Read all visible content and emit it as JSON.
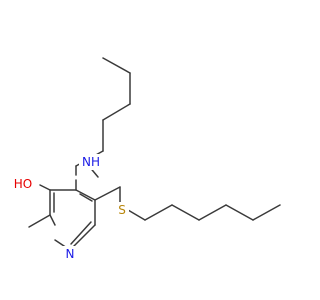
{
  "atoms": {
    "nh": {
      "text": "NH",
      "color": "#1a1ae6"
    },
    "s": {
      "text": "S",
      "color": "#b8860b"
    },
    "ho": {
      "text": "HO",
      "color": "#e60000"
    },
    "n": {
      "text": "N",
      "color": "#1a1ae6"
    }
  },
  "bond_color": "#3a3a3a"
}
